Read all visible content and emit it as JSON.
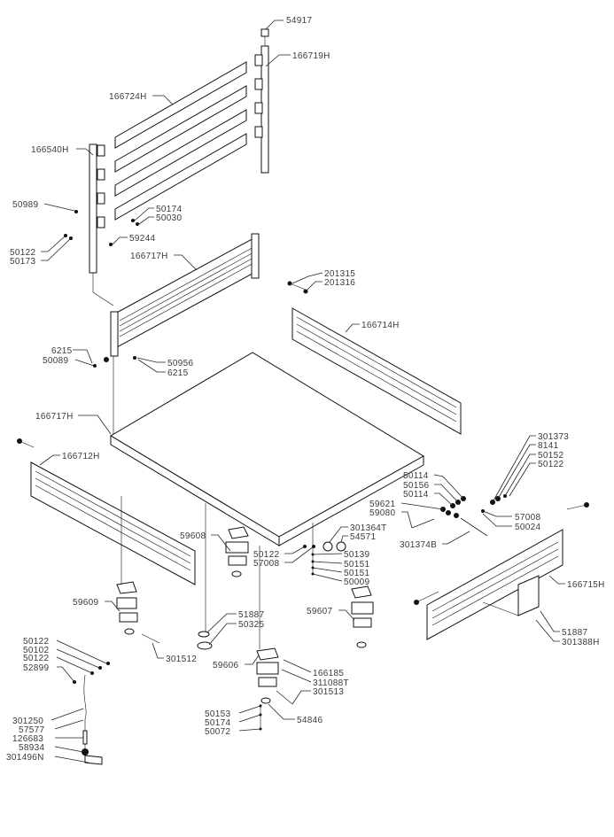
{
  "labels": [
    "54917",
    "166719H",
    "166724H",
    "166540H",
    "50989",
    "50174",
    "50030",
    "59244",
    "50122",
    "50173",
    "166717H",
    "201315",
    "201316",
    "166714H",
    "6215",
    "50089",
    "50956",
    "6215",
    "166717H",
    "166712H",
    "301373",
    "8141",
    "50152",
    "50122",
    "50114",
    "50156",
    "50114",
    "59621",
    "59080",
    "57008",
    "50024",
    "301364T",
    "54571",
    "301374B",
    "59608",
    "50122",
    "57008",
    "50139",
    "50151",
    "50151",
    "50009",
    "166715H",
    "59609",
    "59607",
    "51887",
    "50325",
    "51887",
    "301388H",
    "301512",
    "50122",
    "50102",
    "50122",
    "52899",
    "59606",
    "166185",
    "311088T",
    "301513",
    "54846",
    "301250",
    "57577",
    "126683",
    "58934",
    "301496N",
    "50153",
    "50174",
    "50072"
  ]
}
